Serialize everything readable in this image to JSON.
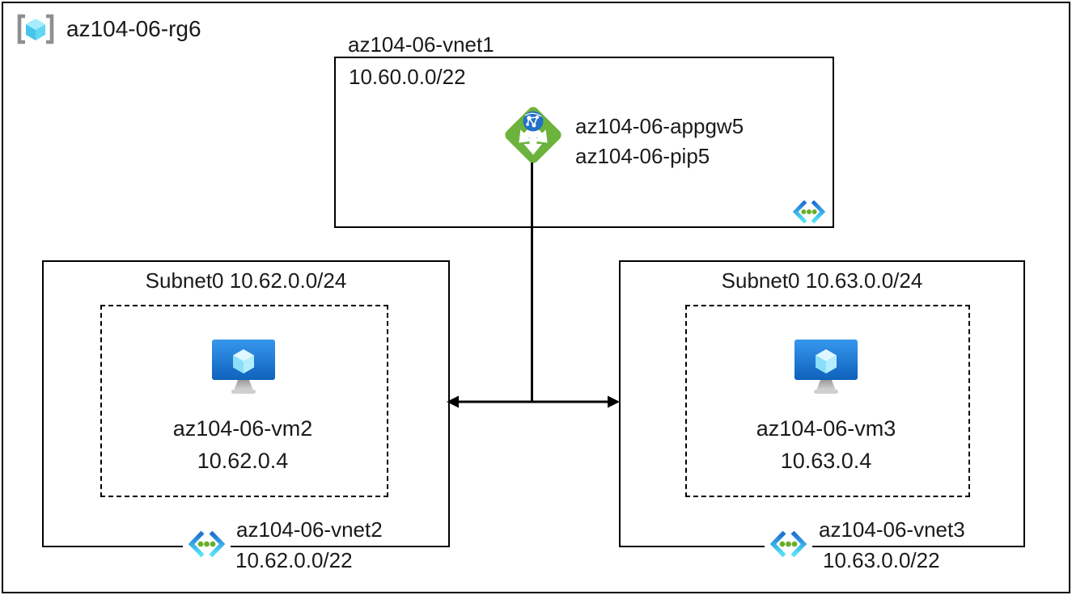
{
  "diagram": {
    "resource_group": {
      "label": "az104-06-rg6"
    },
    "vnet1": {
      "name": "az104-06-vnet1",
      "cidr": "10.60.0.0/22",
      "appgw_name": "az104-06-appgw5",
      "pip_name": "az104-06-pip5"
    },
    "left": {
      "subnet_label": "Subnet0 10.62.0.0/24",
      "vm_name": "az104-06-vm2",
      "vm_ip": "10.62.0.4",
      "vnet_name": "az104-06-vnet2",
      "vnet_cidr": "10.62.0.0/22"
    },
    "right": {
      "subnet_label": "Subnet0 10.63.0.0/24",
      "vm_name": "az104-06-vm3",
      "vm_ip": "10.63.0.4",
      "vnet_name": "az104-06-vnet3",
      "vnet_cidr": "10.63.0.0/22"
    },
    "icons": {
      "resource_group": "resource-group-icon",
      "application_gateway": "application-gateway-icon",
      "virtual_machine": "virtual-machine-icon",
      "virtual_network": "virtual-network-icon"
    },
    "colors": {
      "border": "#000000",
      "text": "#1a1a1a",
      "appgw_green": "#6cb33e",
      "globe_blue": "#2271c8",
      "vnet_blue_top": "#2173d4",
      "vnet_cyan_bottom": "#53e0f7",
      "vnet_dot_green": "#69ae28",
      "vm_blue_top": "#3697ed",
      "vm_blue_bottom": "#0f62bc",
      "rg_bracket_gray": "#8f8f8f",
      "rg_cube_cyan": "#45c6ea"
    }
  }
}
